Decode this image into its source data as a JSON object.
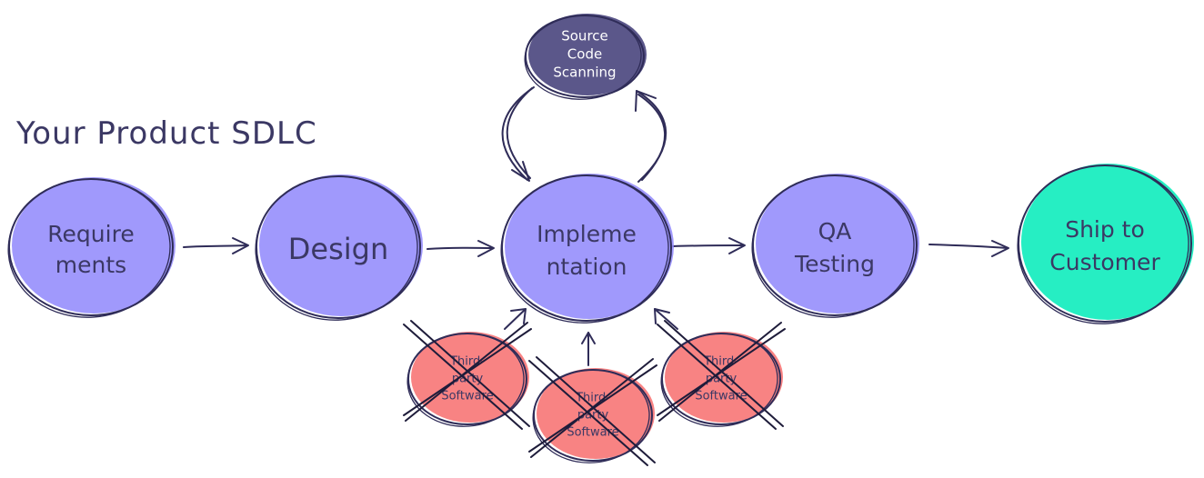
{
  "title": "Your Product SDLC",
  "colors": {
    "primary_node": "#8f87fb",
    "dark_node": "#3e3a76",
    "ship_node": "#00ebb9",
    "third_party_node": "#f76d6d",
    "ink": "#2f2c58"
  },
  "stages": [
    {
      "id": "requirements",
      "lines": [
        "Require",
        "ments"
      ]
    },
    {
      "id": "design",
      "lines": [
        "Design"
      ]
    },
    {
      "id": "implementation",
      "lines": [
        "Impleme",
        "ntation"
      ]
    },
    {
      "id": "qa",
      "lines": [
        "QA",
        "Testing"
      ]
    },
    {
      "id": "ship",
      "lines": [
        "Ship to",
        "Customer"
      ]
    }
  ],
  "scanner": {
    "lines": [
      "Source",
      "Code",
      "Scanning"
    ]
  },
  "third_party": [
    {
      "id": "tp1",
      "lines": [
        "Third-",
        "party",
        "Software"
      ],
      "crossed_out": true
    },
    {
      "id": "tp2",
      "lines": [
        "Third-",
        "party",
        "Software"
      ],
      "crossed_out": true
    },
    {
      "id": "tp3",
      "lines": [
        "Third-",
        "party",
        "Software"
      ],
      "crossed_out": true
    }
  ]
}
